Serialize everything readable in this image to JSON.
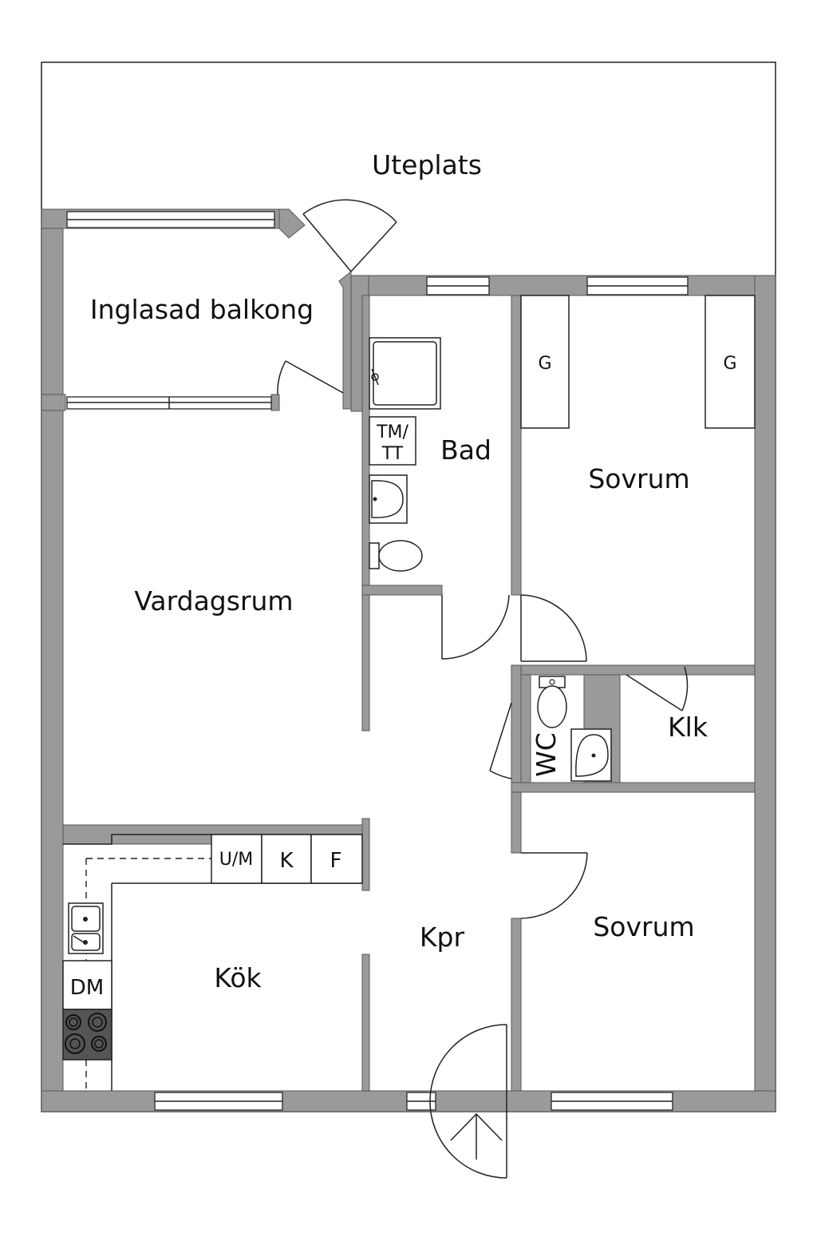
{
  "rooms": {
    "uteplats": "Uteplats",
    "balcony": "Inglasad balkong",
    "bath": "Bad",
    "bedroom_top": "Sovrum",
    "living": "Vardagsrum",
    "wc": "WC",
    "closet": "Klk",
    "bedroom_bottom": "Sovrum",
    "kitchen": "Kök",
    "hall": "Kpr"
  },
  "fixtures": {
    "wardrobe_left": "G",
    "wardrobe_right": "G",
    "washer_dryer_line1": "TM/",
    "washer_dryer_line2": "TT",
    "microwave_oven": "U/M",
    "fridge": "K",
    "freezer": "F",
    "dishwasher": "DM"
  },
  "colors": {
    "wall": "#9a9a9a",
    "line": "#222222",
    "stove": "#555555"
  }
}
